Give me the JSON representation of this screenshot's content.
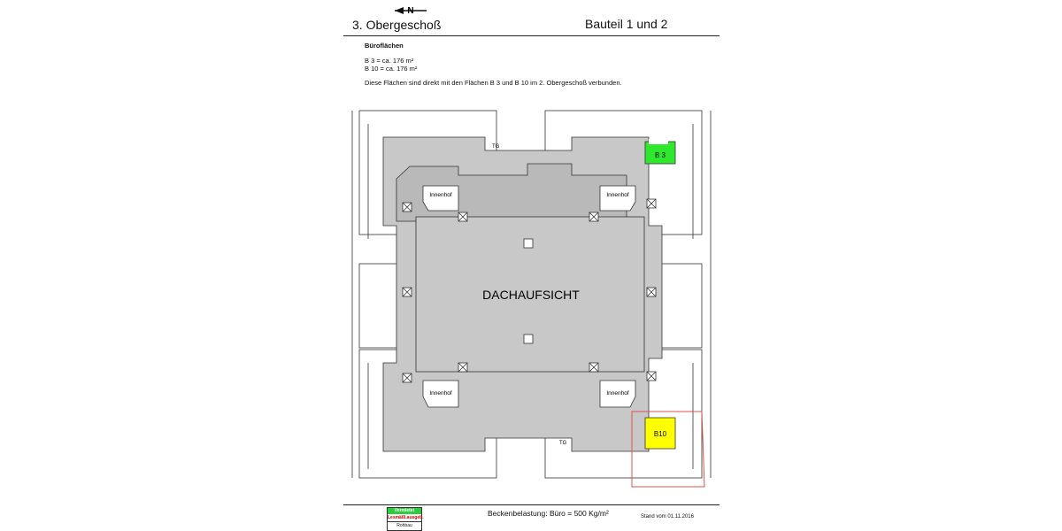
{
  "header": {
    "floor_title": "3. Obergeschoß",
    "building_title": "Bauteil 1 und 2",
    "north_label": "N"
  },
  "info": {
    "heading": "Büroflächen",
    "line_b3": "B   3  =  ca. 176 m²",
    "line_b10": "B 10  =  ca. 176 m²",
    "note": "Diese Flächen sind direkt mit den Flächen B 3 und B 10 im 2. Obergeschoß verbunden."
  },
  "plan": {
    "center_label": "DACHAUFSICHT",
    "courtyard_label": "Innenhof",
    "tg_label": "TG",
    "unit_b3": "B 3",
    "unit_b10": "B10",
    "colors": {
      "b3": "#2ee82e",
      "b10": "#ffff00",
      "roof": "#c8c8c8",
      "marker": "#d9534f"
    }
  },
  "footer": {
    "badge_top": "Vermietet",
    "badge_mid": "Lesmäßl.ausgeb.",
    "badge_bottom": "Rohbau",
    "load": "Beckenbelastung: Büro = 500 Kg/m²",
    "date": "Stand vom 01.11.2016"
  }
}
